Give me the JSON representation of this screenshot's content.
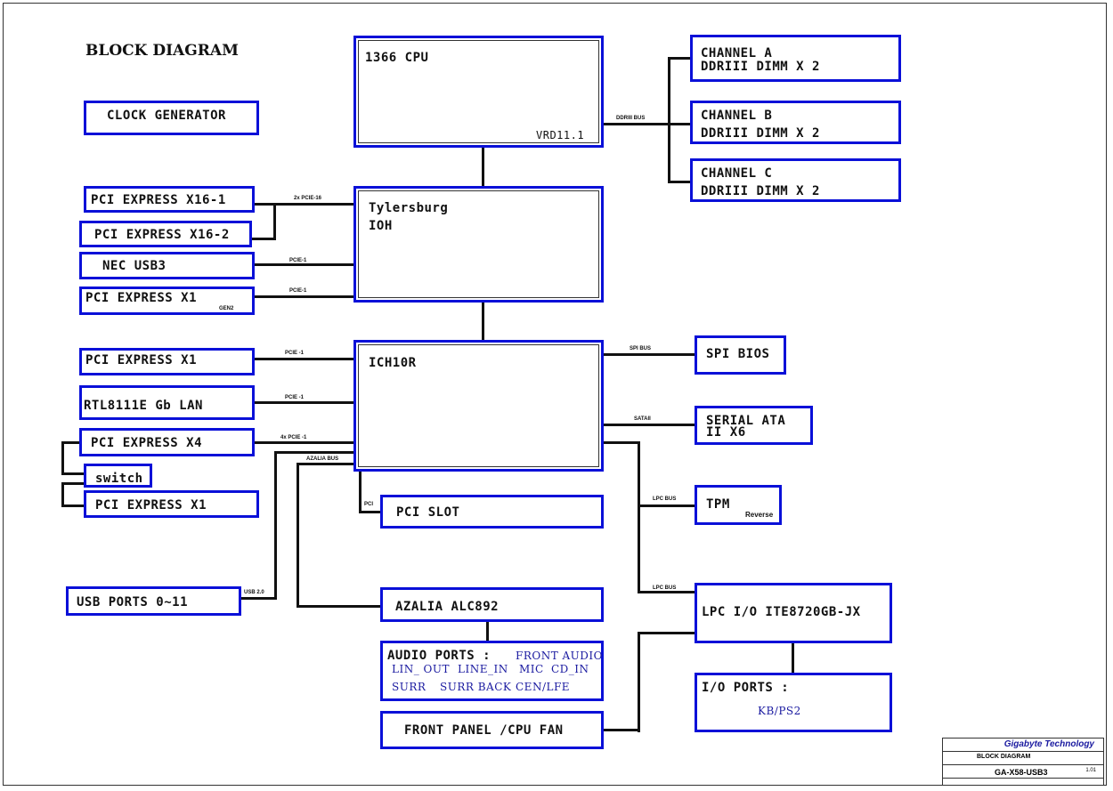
{
  "diagram": {
    "title": "BLOCK DIAGRAM",
    "blocks": {
      "cpu": {
        "label": "1366 CPU",
        "sub": "VRD11.1"
      },
      "ioh": {
        "line1": "Tylersburg",
        "line2": "IOH"
      },
      "ich": {
        "label": "ICH10R"
      },
      "clock": {
        "label": "CLOCK GENERATOR"
      },
      "ch_a": {
        "line1": "CHANNEL A",
        "line2": "DDRIII  DIMM X 2"
      },
      "ch_b": {
        "line1": "CHANNEL B",
        "line2": "DDRIII  DIMM X 2"
      },
      "ch_c": {
        "line1": "CHANNEL C",
        "line2": "DDRIII  DIMM X 2"
      },
      "pcie_x16_1": {
        "label": "PCI EXPRESS X16-1"
      },
      "pcie_x16_2": {
        "label": "PCI EXPRESS X16-2"
      },
      "nec_usb3": {
        "label": "NEC USB3"
      },
      "pcie_x1_ioh": {
        "label": "PCI EXPRESS X1",
        "sub": "GEN2"
      },
      "pcie_x1_ich": {
        "label": "PCI EXPRESS X1"
      },
      "lan": {
        "label": "RTL8111E Gb LAN"
      },
      "pcie_x4": {
        "label": "PCI EXPRESS X4"
      },
      "switch": {
        "label": "switch"
      },
      "pcie_x1_sw": {
        "label": "PCI EXPRESS X1"
      },
      "usb_ports": {
        "label": "USB PORTS 0~11"
      },
      "spi_bios": {
        "label": "SPI BIOS"
      },
      "sata": {
        "line1": "SERIAL ATA",
        "line2": "II X6"
      },
      "tpm": {
        "label": "TPM",
        "sub": "Reverse"
      },
      "pci_slot": {
        "label": "PCI SLOT"
      },
      "azalia": {
        "label": "AZALIA ALC892"
      },
      "audio_ports": {
        "label": "AUDIO PORTS :",
        "front": "FRONT AUDIO",
        "row2": [
          "LIN_ OUT",
          "LINE_IN",
          "MIC",
          "CD_IN"
        ],
        "row3": [
          "SURR",
          "SURR BACK",
          "CEN/LFE"
        ]
      },
      "front_panel": {
        "label": "FRONT PANEL /CPU FAN"
      },
      "lpc_io": {
        "label": "LPC I/O ITE8720GB-JX"
      },
      "io_ports": {
        "label": "I/O PORTS :",
        "sub": "KB/PS2"
      }
    },
    "buses": {
      "ddr": "DDRIII BUS",
      "pcie16": "2x PCIE-16",
      "pcie1_a": "PCIE-1",
      "pcie1_b": "PCIE-1",
      "pcie1_c": "PCIE -1",
      "pcie1_d": "PCIE -1",
      "pcie4": "4x PCIE -1",
      "azalia": "AZALIA BUS",
      "pci": "PCI",
      "usb": "USB 2.0",
      "spi": "SPI BUS",
      "sata": "SATAII",
      "lpc1": "LPC BUS",
      "lpc2": "LPC BUS"
    },
    "title_block": {
      "company": "Gigabyte Technology",
      "doc_title": "BLOCK DIAGRAM",
      "model": "GA-X58-USB3",
      "rev": "1.01"
    },
    "colors": {
      "box_border": "#0a10d8",
      "text_blue": "#1a1aa0"
    }
  }
}
